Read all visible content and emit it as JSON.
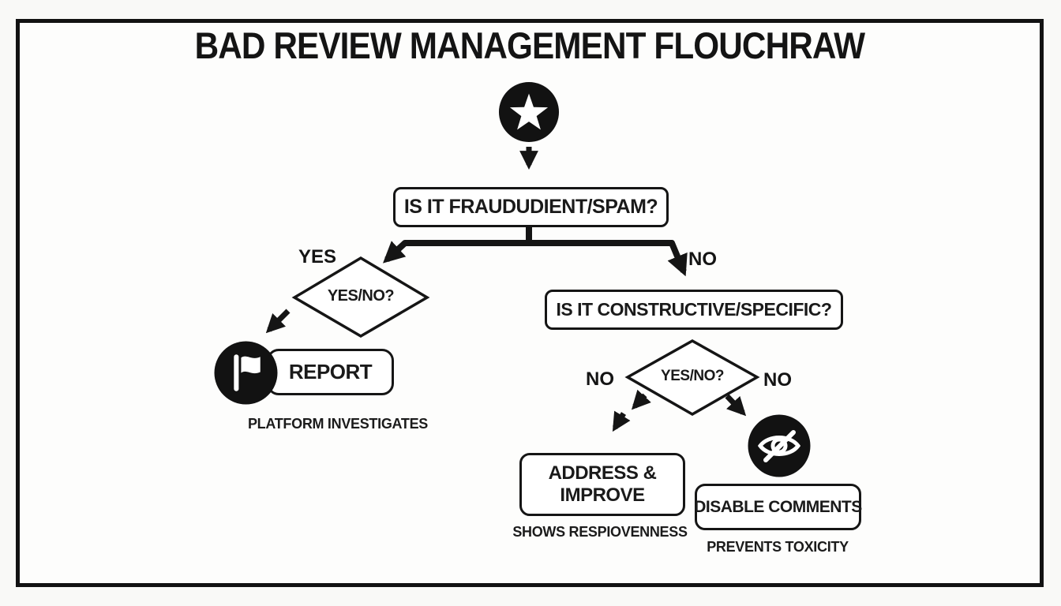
{
  "title": "BAD REVIEW MANAGEMENT FLOUCHRAW",
  "colors": {
    "ink": "#151515",
    "frame_border": "#121212",
    "background": "#f9f9f7",
    "node_fill": "#ffffff"
  },
  "flowchart": {
    "start": {
      "icon": "star-icon"
    },
    "nodes": {
      "q1": {
        "label": "IS IT FRAUDUDIENT/SPAM?"
      },
      "d1": {
        "label": "YES/NO?"
      },
      "report": {
        "label": "REPORT",
        "icon": "flag-icon",
        "caption": "PLATFORM INVESTIGATES"
      },
      "q2": {
        "label": "IS IT CONSTRUCTIVE/SPECIFIC?"
      },
      "d2": {
        "label": "YES/NO?"
      },
      "address": {
        "label": "ADDRESS & IMPROVE",
        "caption": "SHOWS RESPIOVENNESS"
      },
      "disable": {
        "label": "DISABLE COMMENTS",
        "icon": "eye-off-icon",
        "caption": "PREVENTS TOXICITY"
      }
    },
    "edge_labels": {
      "q1_yes": "YES",
      "q1_no": "NO",
      "d2_no_left": "NO",
      "d2_no_right": "NO"
    }
  }
}
